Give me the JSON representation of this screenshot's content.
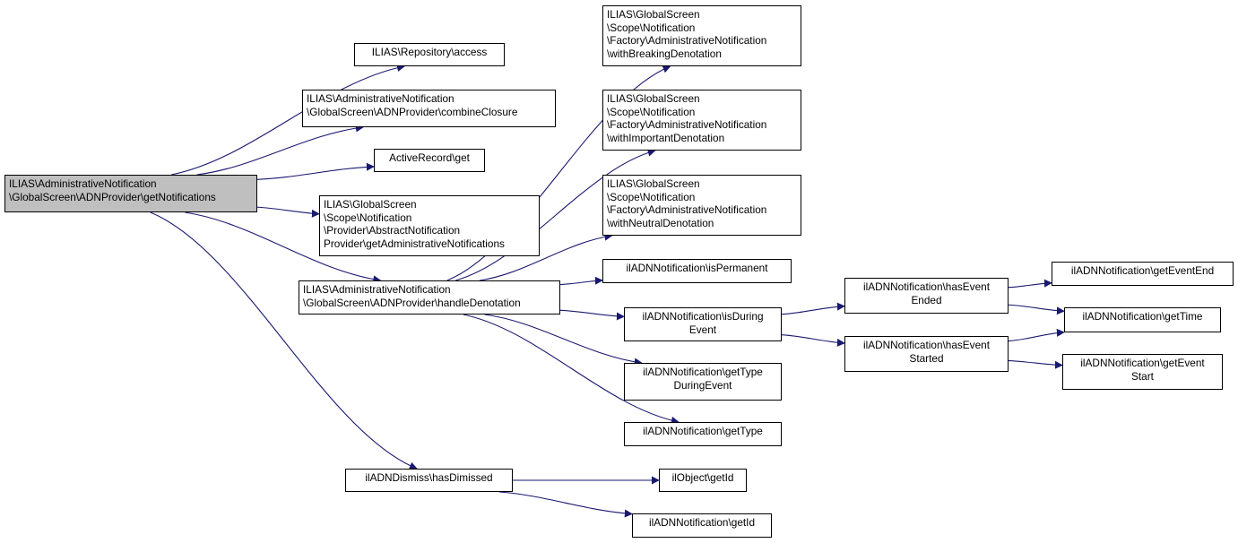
{
  "colors": {
    "edge": "#191970",
    "root_fill": "#bfbfbf",
    "node_fill": "#ffffff",
    "border": "#000000"
  },
  "nodes": {
    "root": "ILIAS\\AdministrativeNotification\n\\GlobalScreen\\ADNProvider\\getNotifications",
    "repo_access": "ILIAS\\Repository\\access",
    "combine_closure": "ILIAS\\AdministrativeNotification\n\\GlobalScreen\\ADNProvider\\combineClosure",
    "ar_get": "ActiveRecord\\get",
    "get_admin_notifications": "ILIAS\\GlobalScreen\n\\Scope\\Notification\n\\Provider\\AbstractNotification\nProvider\\getAdministrativeNotifications",
    "handle_denotation": "ILIAS\\AdministrativeNotification\n\\GlobalScreen\\ADNProvider\\handleDenotation",
    "has_dimissed": "ilADNDismiss\\hasDimissed",
    "with_breaking": "ILIAS\\GlobalScreen\n\\Scope\\Notification\n\\Factory\\AdministrativeNotification\n\\withBreakingDenotation",
    "with_important": "ILIAS\\GlobalScreen\n\\Scope\\Notification\n\\Factory\\AdministrativeNotification\n\\withImportantDenotation",
    "with_neutral": "ILIAS\\GlobalScreen\n\\Scope\\Notification\n\\Factory\\AdministrativeNotification\n\\withNeutralDenotation",
    "is_permanent": "ilADNNotification\\isPermanent",
    "is_during_event": "ilADNNotification\\isDuring\nEvent",
    "get_type_during_event": "ilADNNotification\\getType\nDuringEvent",
    "get_type": "ilADNNotification\\getType",
    "obj_get_id": "ilObject\\getId",
    "adn_get_id": "ilADNNotification\\getId",
    "has_event_ended": "ilADNNotification\\hasEvent\nEnded",
    "has_event_started": "ilADNNotification\\hasEvent\nStarted",
    "get_event_end": "ilADNNotification\\getEventEnd",
    "get_time": "ilADNNotification\\getTime",
    "get_event_start": "ilADNNotification\\getEvent\nStart"
  },
  "edges": [
    [
      "root",
      "repo_access"
    ],
    [
      "root",
      "combine_closure"
    ],
    [
      "root",
      "ar_get"
    ],
    [
      "root",
      "get_admin_notifications"
    ],
    [
      "root",
      "handle_denotation"
    ],
    [
      "root",
      "has_dimissed"
    ],
    [
      "handle_denotation",
      "with_breaking"
    ],
    [
      "handle_denotation",
      "with_important"
    ],
    [
      "handle_denotation",
      "with_neutral"
    ],
    [
      "handle_denotation",
      "is_permanent"
    ],
    [
      "handle_denotation",
      "is_during_event"
    ],
    [
      "handle_denotation",
      "get_type_during_event"
    ],
    [
      "handle_denotation",
      "get_type"
    ],
    [
      "is_during_event",
      "has_event_ended"
    ],
    [
      "is_during_event",
      "has_event_started"
    ],
    [
      "has_event_ended",
      "get_event_end"
    ],
    [
      "has_event_ended",
      "get_time"
    ],
    [
      "has_event_started",
      "get_time"
    ],
    [
      "has_event_started",
      "get_event_start"
    ],
    [
      "has_dimissed",
      "obj_get_id"
    ],
    [
      "has_dimissed",
      "adn_get_id"
    ]
  ]
}
